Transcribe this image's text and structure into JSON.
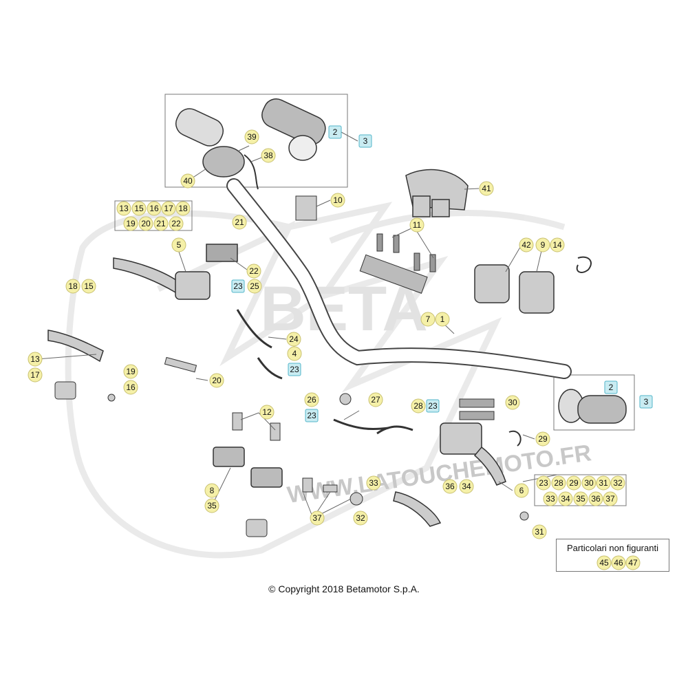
{
  "watermark": {
    "brand": "BETA",
    "site": "WWW.LATOUCHEMOTO.FR"
  },
  "callouts": [
    {
      "id": "c2a",
      "label": "2",
      "style": "blue"
    },
    {
      "id": "c3a",
      "label": "3",
      "style": "blue"
    },
    {
      "id": "c39",
      "label": "39",
      "style": "yellow"
    },
    {
      "id": "c38",
      "label": "38",
      "style": "yellow"
    },
    {
      "id": "c40",
      "label": "40",
      "style": "yellow"
    },
    {
      "id": "c41",
      "label": "41",
      "style": "yellow"
    },
    {
      "id": "c10",
      "label": "10",
      "style": "yellow"
    },
    {
      "id": "c11",
      "label": "11",
      "style": "yellow"
    },
    {
      "id": "c21",
      "label": "21",
      "style": "yellow"
    },
    {
      "id": "c5",
      "label": "5",
      "style": "yellow"
    },
    {
      "id": "c22",
      "label": "22",
      "style": "yellow"
    },
    {
      "id": "c42",
      "label": "42",
      "style": "yellow"
    },
    {
      "id": "c9",
      "label": "9",
      "style": "yellow"
    },
    {
      "id": "c14",
      "label": "14",
      "style": "yellow"
    },
    {
      "id": "c18",
      "label": "18",
      "style": "yellow"
    },
    {
      "id": "c15",
      "label": "15",
      "style": "yellow"
    },
    {
      "id": "c23a",
      "label": "23",
      "style": "blue"
    },
    {
      "id": "c25",
      "label": "25",
      "style": "yellow"
    },
    {
      "id": "c7",
      "label": "7",
      "style": "yellow"
    },
    {
      "id": "c1",
      "label": "1",
      "style": "yellow"
    },
    {
      "id": "c24",
      "label": "24",
      "style": "yellow"
    },
    {
      "id": "c13",
      "label": "13",
      "style": "yellow"
    },
    {
      "id": "c4",
      "label": "4",
      "style": "yellow"
    },
    {
      "id": "c23b",
      "label": "23",
      "style": "blue"
    },
    {
      "id": "c17",
      "label": "17",
      "style": "yellow"
    },
    {
      "id": "c19",
      "label": "19",
      "style": "yellow"
    },
    {
      "id": "c20",
      "label": "20",
      "style": "yellow"
    },
    {
      "id": "c16",
      "label": "16",
      "style": "yellow"
    },
    {
      "id": "c26",
      "label": "26",
      "style": "yellow"
    },
    {
      "id": "c27",
      "label": "27",
      "style": "yellow"
    },
    {
      "id": "c28",
      "label": "28",
      "style": "yellow"
    },
    {
      "id": "c23c",
      "label": "23",
      "style": "blue"
    },
    {
      "id": "c30",
      "label": "30",
      "style": "yellow"
    },
    {
      "id": "c2b",
      "label": "2",
      "style": "blue"
    },
    {
      "id": "c3b",
      "label": "3",
      "style": "blue"
    },
    {
      "id": "c12",
      "label": "12",
      "style": "yellow"
    },
    {
      "id": "c23d",
      "label": "23",
      "style": "blue"
    },
    {
      "id": "c29",
      "label": "29",
      "style": "yellow"
    },
    {
      "id": "c8",
      "label": "8",
      "style": "yellow"
    },
    {
      "id": "c33",
      "label": "33",
      "style": "yellow"
    },
    {
      "id": "c36",
      "label": "36",
      "style": "yellow"
    },
    {
      "id": "c34",
      "label": "34",
      "style": "yellow"
    },
    {
      "id": "c6",
      "label": "6",
      "style": "yellow"
    },
    {
      "id": "c35",
      "label": "35",
      "style": "yellow"
    },
    {
      "id": "c37",
      "label": "37",
      "style": "yellow"
    },
    {
      "id": "c32",
      "label": "32",
      "style": "yellow"
    },
    {
      "id": "c31",
      "label": "31",
      "style": "yellow"
    }
  ],
  "kit_left": [
    "13",
    "15",
    "16",
    "17",
    "18",
    "19",
    "20",
    "21",
    "22"
  ],
  "kit_right": [
    "23",
    "28",
    "29",
    "30",
    "31",
    "32",
    "33",
    "34",
    "35",
    "36",
    "37"
  ],
  "legend": {
    "title": "Particolari non figuranti",
    "items": [
      "45",
      "46",
      "47"
    ]
  },
  "copyright": "© Copyright 2018 Betamotor S.p.A."
}
